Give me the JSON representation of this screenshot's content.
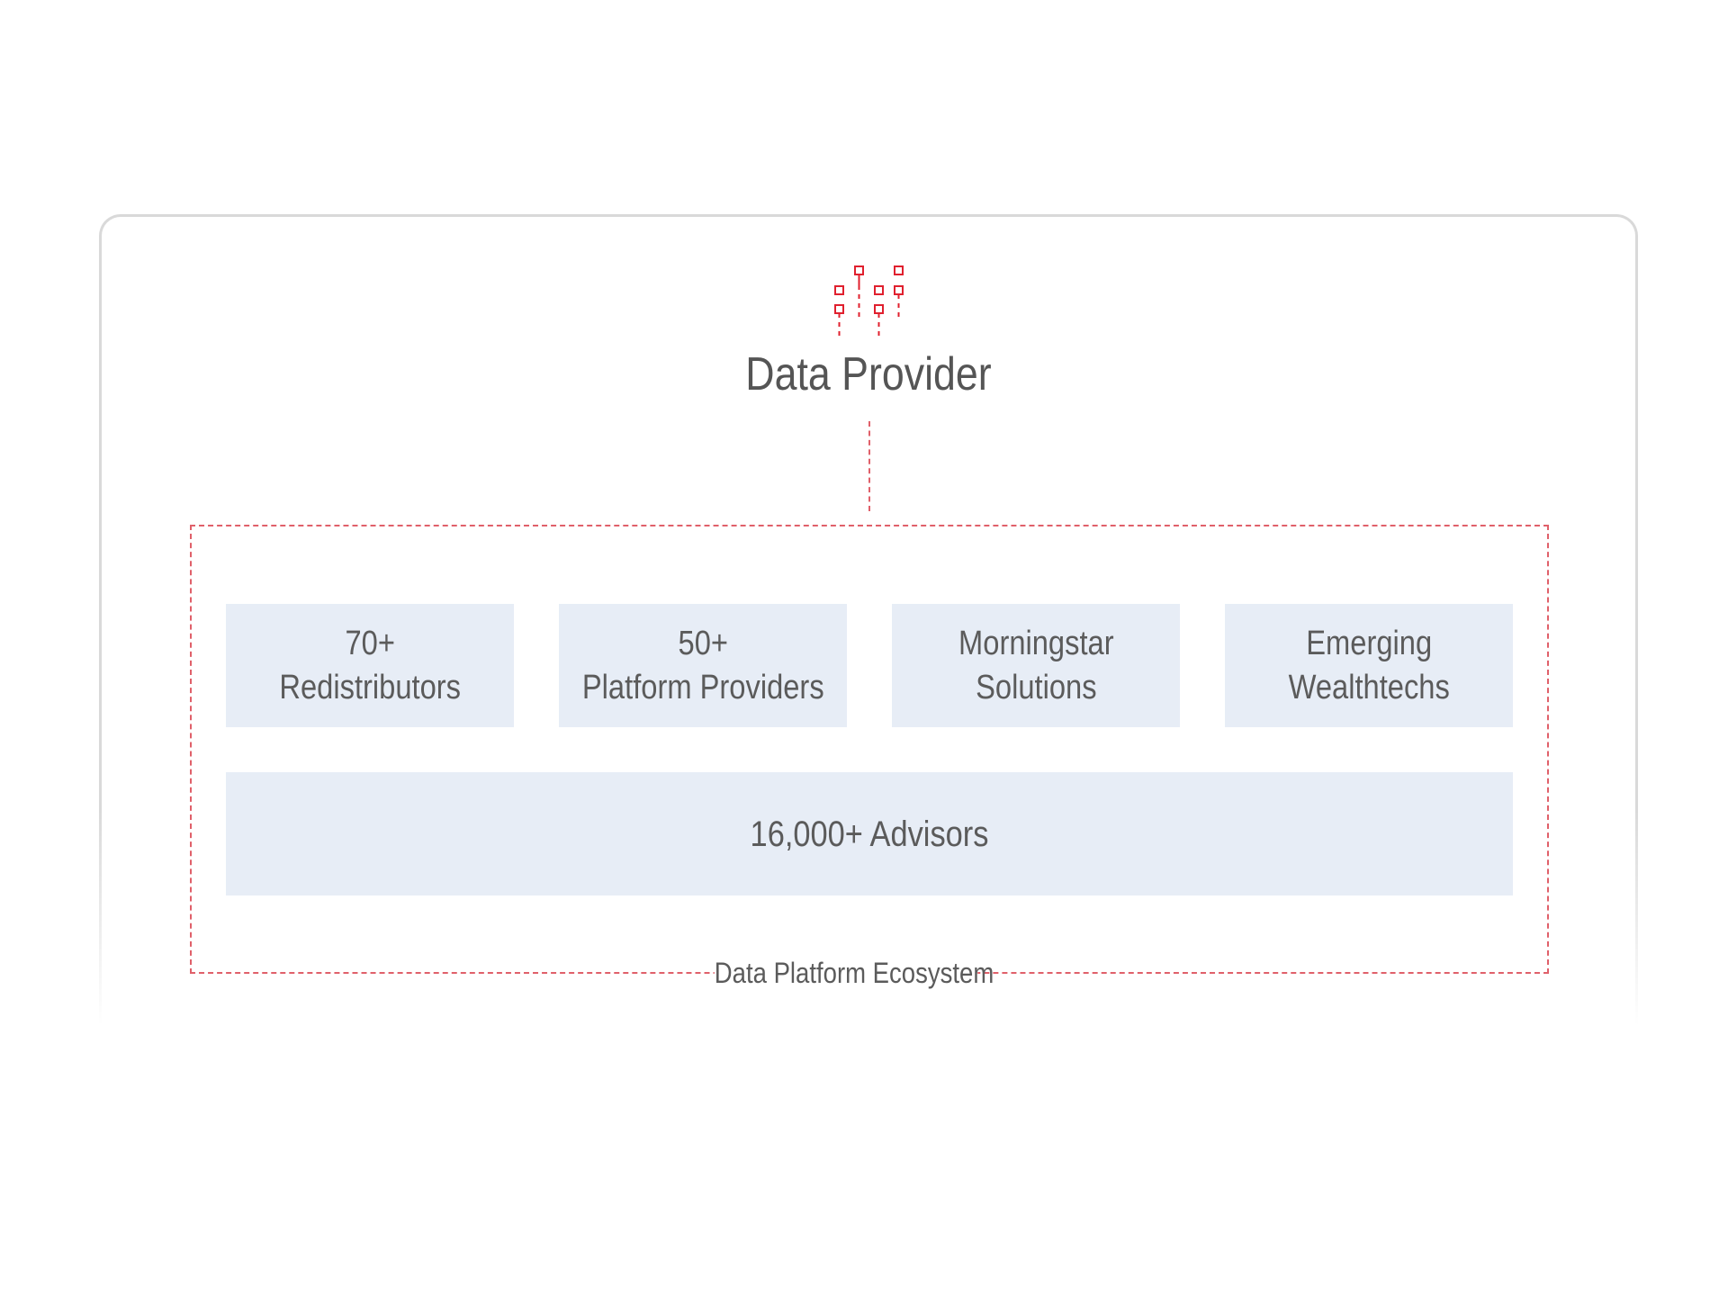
{
  "provider": {
    "title": "Data Provider",
    "icon": "data-provider-icon",
    "accent_color": "#e0202e"
  },
  "ecosystem": {
    "label": "Data Platform Ecosystem",
    "border_color": "#e0606a"
  },
  "tiles": [
    {
      "line1": "70+",
      "line2": "Redistributors"
    },
    {
      "line1": "50+",
      "line2": "Platform Providers"
    },
    {
      "line1": "Morningstar",
      "line2": "Solutions"
    },
    {
      "line1": "Emerging",
      "line2": "Wealthtechs"
    }
  ],
  "advisors": {
    "label": "16,000+ Advisors"
  },
  "colors": {
    "tile_background": "#e7edf6",
    "text": "#5b5b5b",
    "card_border": "#d9d9d9"
  }
}
